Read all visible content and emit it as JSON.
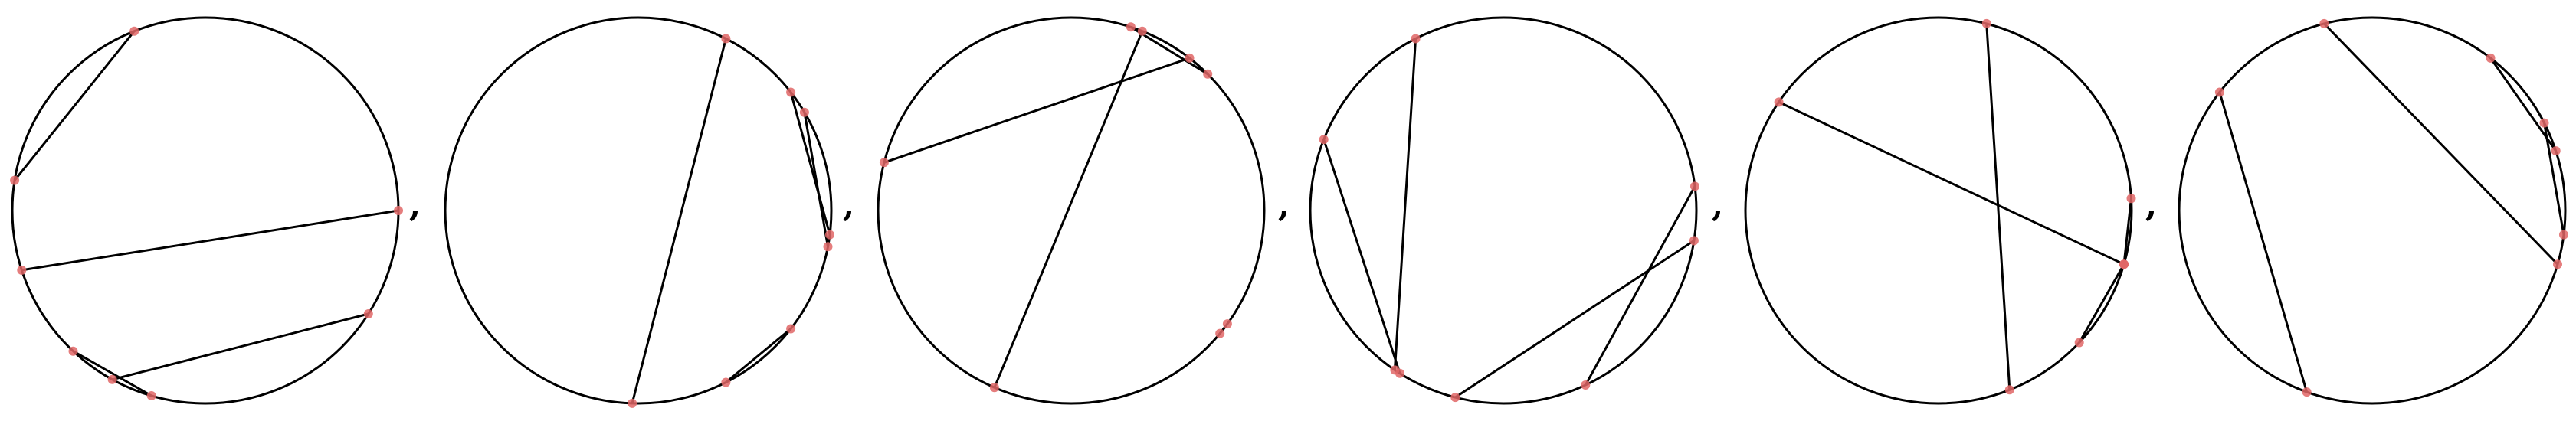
{
  "separator": ",",
  "colors": {
    "stroke": "#000000",
    "point": "#e06666",
    "background": "#ffffff"
  },
  "diagrams": [
    {
      "chords": [
        [
          0.25,
          0.7
        ],
        [
          0.94,
          0.775
        ],
        [
          0.34,
          0.58
        ],
        [
          0.545,
          0.62
        ]
      ]
    },
    {
      "chords": [
        [
          0.145,
          0.27
        ],
        [
          0.355,
          0.425
        ],
        [
          0.165,
          0.28
        ],
        [
          0.505,
          0.075
        ]
      ]
    },
    {
      "chords": [
        [
          0.35,
          0.36
        ],
        [
          0.125,
          0.05
        ],
        [
          0.79,
          0.105
        ],
        [
          0.06,
          0.565
        ]
      ]
    },
    {
      "chords": [
        [
          0.23,
          0.43
        ],
        [
          0.54,
          0.275
        ],
        [
          0.59,
          0.81
        ],
        [
          0.595,
          0.925
        ]
      ]
    },
    {
      "chords": [
        [
          0.37,
          0.295
        ],
        [
          0.44,
          0.04
        ],
        [
          0.845,
          0.295
        ],
        [
          0.295,
          0.24
        ]
      ]
    },
    {
      "chords": [
        [
          0.555,
          0.855
        ],
        [
          0.96,
          0.295
        ],
        [
          0.105,
          0.2
        ],
        [
          0.175,
          0.27
        ]
      ]
    }
  ]
}
